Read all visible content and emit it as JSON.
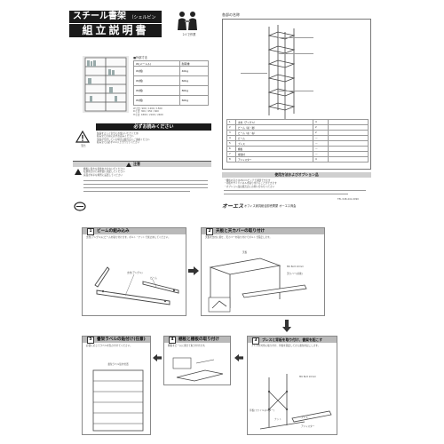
{
  "page1": {
    "title_main": "スチール書架",
    "title_paren": "（シェルビング）",
    "title_sub": "組立説明書",
    "people_caption": "2人で作業",
    "spec_heading": "■外部寸法",
    "spec_table": [
      {
        "label": "W(メートル)",
        "value": "耐荷重"
      },
      {
        "label": "W(幅)",
        "value": "40kg"
      },
      {
        "label": "W(幅)",
        "value": "60kg"
      },
      {
        "label": "W(幅)",
        "value": "80kg"
      },
      {
        "label": "W(幅)",
        "value": "60kg"
      }
    ],
    "spec_notes": [
      "W寸法: 900 / 1200 / 1500",
      "D寸法: 300 / 450 / 600",
      "H寸法: 1800 / 2100 / 2400"
    ],
    "caution_title": "必ずお読みください",
    "caution_left_label": "警告",
    "caution_lines": [
      "製品を正しく安全にお使いいただくため",
      "組み立ての前に必ずお読みください",
      "部品が不足している場合は販売店にご連絡ください",
      "組み立ては必ず2人以上で行ってください"
    ],
    "note_heading": "注意",
    "note_lines": [
      "棚板に過大な荷重をかけないでください",
      "転倒防止のため壁面に固定してください",
      "床面が水平な場所に設置してください"
    ],
    "parts_heading": "各部の名称",
    "parts_table": [
      {
        "no": "1",
        "name": "支柱（アングル）",
        "qty": "4"
      },
      {
        "no": "2",
        "name": "ビーム（前・後）",
        "qty": "2"
      },
      {
        "no": "3",
        "name": "ビーム（左・右）",
        "qty": "2"
      },
      {
        "no": "4",
        "name": "ビーム",
        "qty": "—"
      },
      {
        "no": "5",
        "name": "ブレス",
        "qty": "—"
      },
      {
        "no": "6",
        "name": "棚板",
        "qty": "—"
      },
      {
        "no": "7",
        "name": "補強材",
        "qty": "—"
      },
      {
        "no": "8",
        "name": "アジャスター",
        "qty": "4"
      }
    ],
    "options_heading": "使用方法およびオプション品",
    "options_lines": [
      "・棚板の高さは25mmピッチで調節できます",
      "・背板やサイドパネルを取り付けることができます",
      "・オプション品は販売店にお問い合わせください"
    ],
    "company_logo": "オーエス",
    "company_text": "オフィス家具総合卸売問屋 オーエス商会",
    "company_contact": "TEL 048-441-0090"
  },
  "steps": [
    {
      "num": "1",
      "title": "ビームの組み込み",
      "text": "支柱(アングル)にビームを取り付けます。ボルト・ナットで仮止めしてください。"
    },
    {
      "num": "2",
      "title": "天板と天カバーの取り付け",
      "text": "天板を支柱に乗せ、天カバーを取り付けてボルトで固定します。"
    },
    {
      "num": "3",
      "title": "ブレスと背板を取り付け、書架を起こす",
      "text": "ブレスを対角に取り付け、背板を固定してから書架を起こします。"
    },
    {
      "num": "4",
      "title": "棚板と棚板の取り付け",
      "text": "棚板をビームに乗せて取り付けます。"
    },
    {
      "num": "5",
      "title": "書架ラベルの貼付け(任意)",
      "text": "必要に応じてラベルを貼り付けてください。"
    }
  ],
  "step_labels": {
    "s1_angle": "支柱(アングル)",
    "s1_beam": "ビーム",
    "s2_top": "天板",
    "s2_bolt": "M6 Bolt 10mm",
    "s2_cover": "天カバー(前後)",
    "s3_bolt": "M6 Bolt 10mm",
    "s3_brace": "ブレス",
    "s3_adjuster": "アジャスター",
    "s3_back": "背板(ファイルホルダー)",
    "s3_nut": "ナット",
    "s5_label": "書架ラベル貼付位置"
  }
}
